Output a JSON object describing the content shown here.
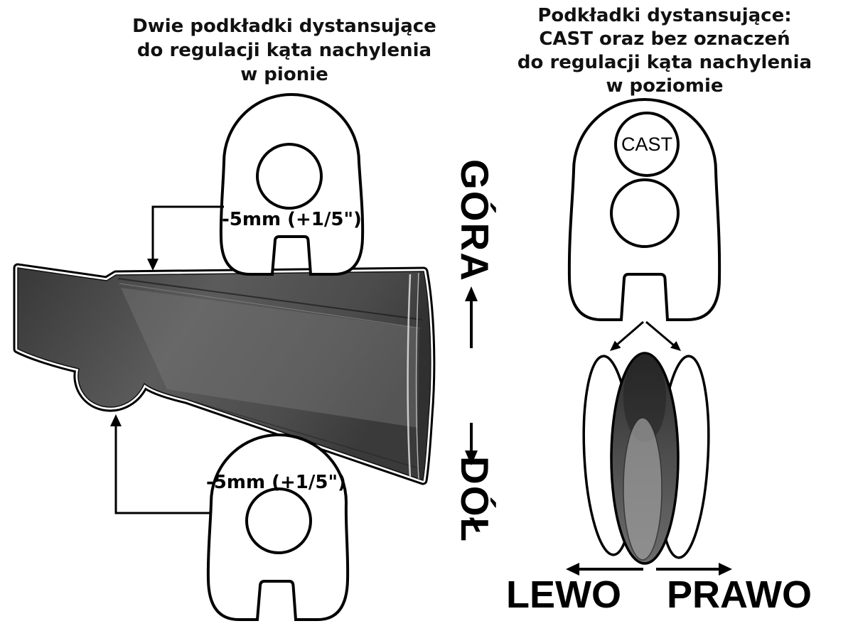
{
  "colors": {
    "paper": "#ffffff",
    "ink": "#000000",
    "stock_dark": "#3a3a3a",
    "stock_mid": "#606060",
    "pad_gray": "#8f8f8f"
  },
  "left_panel": {
    "title_lines": [
      "Dwie podkładki dystansujące",
      "do regulacji kąta nachylenia",
      "w pionie"
    ],
    "upper_shim_label": "-5mm (+1/5\")",
    "lower_shim_label": "-5mm (+1/5\")",
    "direction_up": "GÓRA",
    "direction_down": "DÓŁ"
  },
  "right_panel": {
    "title_lines": [
      "Podkładki dystansujące:",
      "CAST oraz bez oznaczeń",
      "do regulacji kąta nachylenia",
      "w poziomie"
    ],
    "shim_marking": "CAST",
    "direction_left": "LEWO",
    "direction_right": "PRAWO"
  }
}
